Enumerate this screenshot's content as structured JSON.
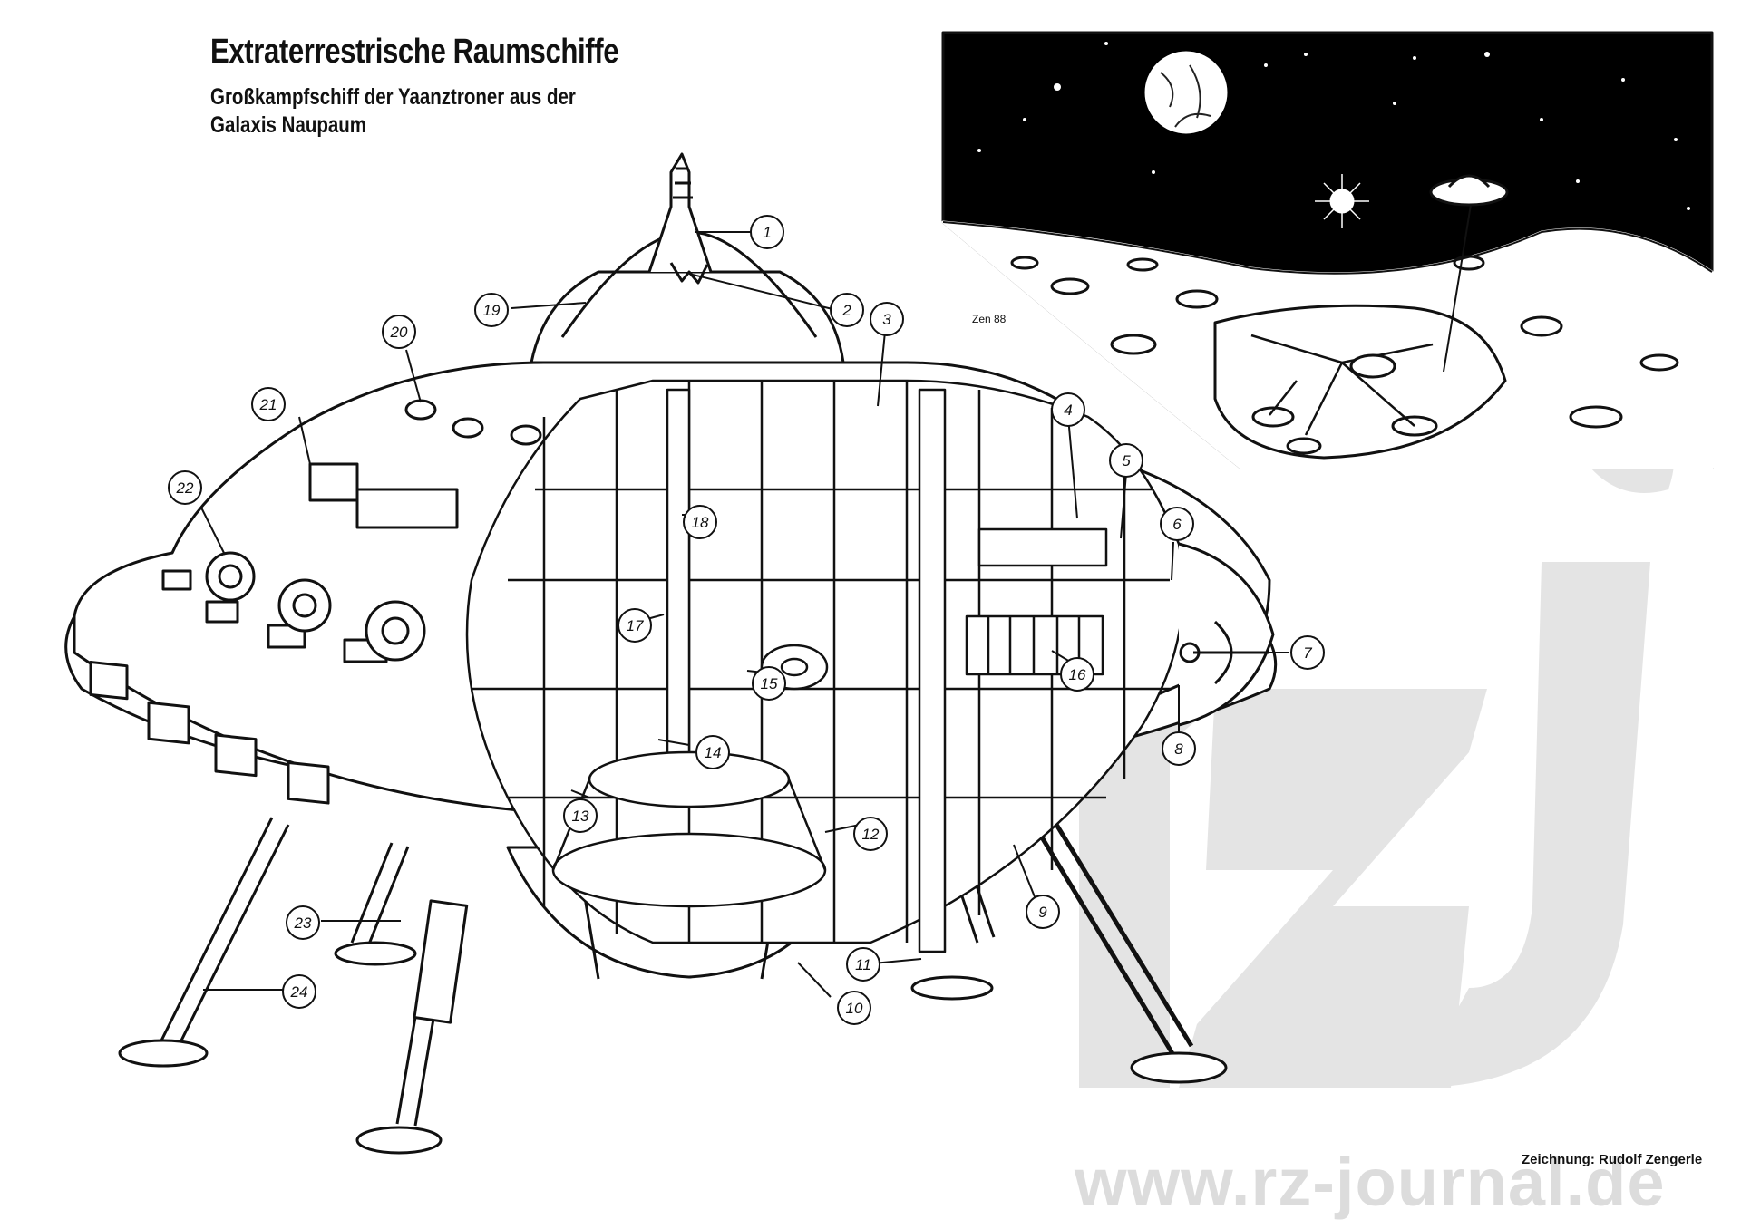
{
  "header": {
    "title": "Extraterrestrische Raumschiffe",
    "subtitle_line1": "Großkampfschiff der Yaanztroner aus der",
    "subtitle_line2": "Galaxis Naupaum"
  },
  "credit": "Zeichnung: Rudolf Zengerle",
  "watermark": {
    "url": "www.rz-journal.de",
    "logo_text": "rzj"
  },
  "callouts": [
    "1",
    "2",
    "3",
    "4",
    "5",
    "6",
    "7",
    "8",
    "9",
    "10",
    "11",
    "12",
    "13",
    "14",
    "15",
    "16",
    "17",
    "18",
    "19",
    "20",
    "21",
    "22",
    "23",
    "24"
  ],
  "inset_signature": "Zen 88",
  "colors": {
    "ink": "#111111",
    "watermark": "#dcdcdc",
    "space": "#000000"
  }
}
